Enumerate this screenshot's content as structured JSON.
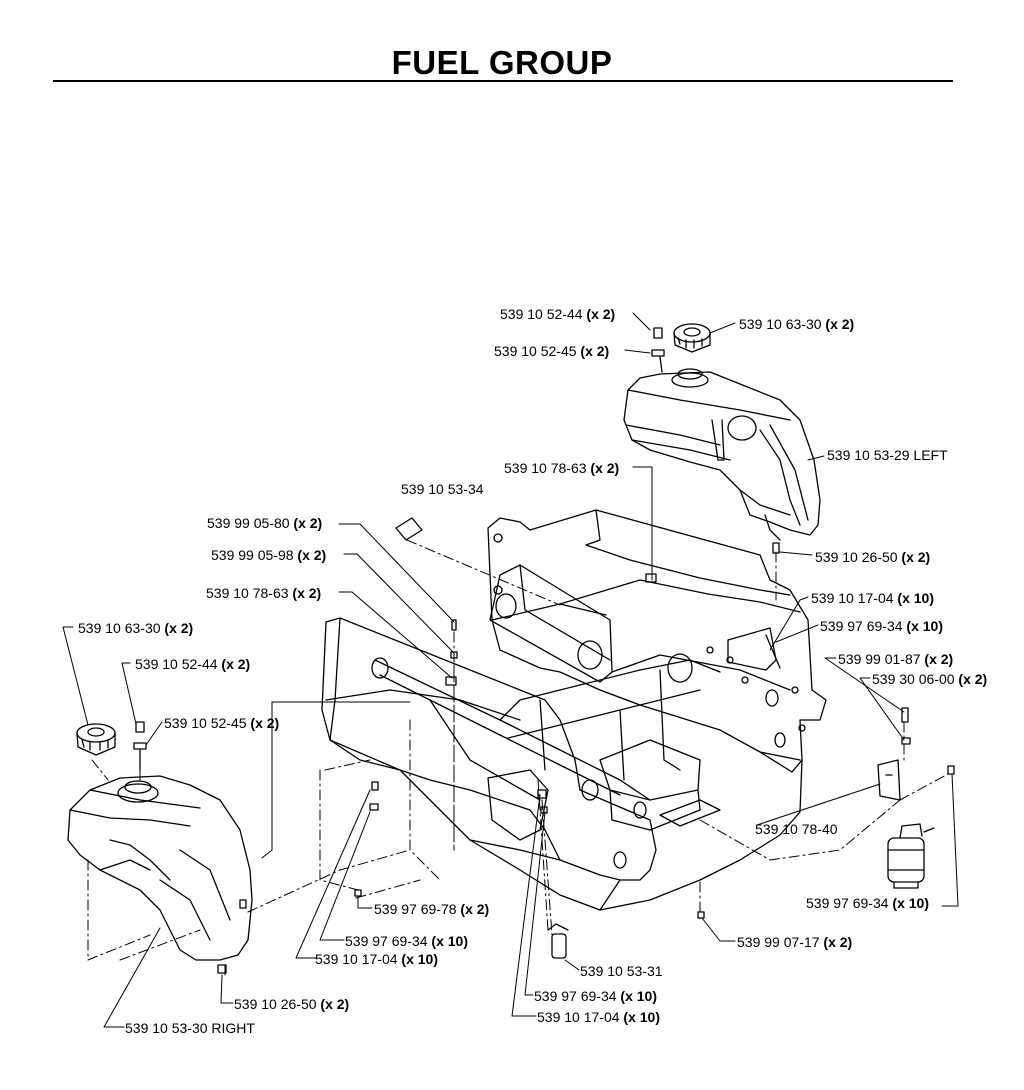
{
  "title": "FUEL GROUP",
  "labels": [
    {
      "id": "l1",
      "pn": "539 10 52-44",
      "qty": "(x 2)"
    },
    {
      "id": "l2",
      "pn": "539 10 63-30",
      "qty": "(x 2)"
    },
    {
      "id": "l3",
      "pn": "539 10 52-45",
      "qty": "(x 2)"
    },
    {
      "id": "l4",
      "pn": "539 10 53-29 LEFT",
      "qty": ""
    },
    {
      "id": "l5",
      "pn": "539 10 78-63",
      "qty": "(x 2)"
    },
    {
      "id": "l6",
      "pn": "539 10 53-34",
      "qty": ""
    },
    {
      "id": "l7",
      "pn": "539 99 05-80",
      "qty": "(x 2)"
    },
    {
      "id": "l8",
      "pn": "539 10 26-50",
      "qty": "(x 2)"
    },
    {
      "id": "l9",
      "pn": "539 99 05-98",
      "qty": "(x 2)"
    },
    {
      "id": "l10",
      "pn": "539 10 78-63",
      "qty": "(x 2)"
    },
    {
      "id": "l11",
      "pn": "539 10 17-04",
      "qty": "(x 10)"
    },
    {
      "id": "l12",
      "pn": "539 97 69-34",
      "qty": "(x 10)"
    },
    {
      "id": "l13",
      "pn": "539 10 63-30",
      "qty": "(x 2)"
    },
    {
      "id": "l14",
      "pn": "539 99 01-87",
      "qty": "(x 2)"
    },
    {
      "id": "l15",
      "pn": "539 10 52-44",
      "qty": "(x 2)"
    },
    {
      "id": "l16",
      "pn": "539 30 06-00",
      "qty": "(x 2)"
    },
    {
      "id": "l17",
      "pn": "539 10 52-45",
      "qty": "(x 2)"
    },
    {
      "id": "l18",
      "pn": "539 10 78-40",
      "qty": ""
    },
    {
      "id": "l19",
      "pn": "539 97 69-78",
      "qty": "(x 2)"
    },
    {
      "id": "l20",
      "pn": "539 97 69-34",
      "qty": "(x 10)"
    },
    {
      "id": "l21",
      "pn": "539 97 69-34",
      "qty": "(x 10)"
    },
    {
      "id": "l22",
      "pn": "539 99 07-17",
      "qty": "(x 2)"
    },
    {
      "id": "l23",
      "pn": "539 10 17-04",
      "qty": "(x 10)"
    },
    {
      "id": "l24",
      "pn": "539 10 53-31",
      "qty": ""
    },
    {
      "id": "l25",
      "pn": "539 10 26-50",
      "qty": "(x 2)"
    },
    {
      "id": "l26",
      "pn": "539 97 69-34",
      "qty": "(x 10)"
    },
    {
      "id": "l27",
      "pn": "539 10 53-30 RIGHT",
      "qty": ""
    },
    {
      "id": "l28",
      "pn": "539 10 17-04",
      "qty": "(x 10)"
    }
  ]
}
